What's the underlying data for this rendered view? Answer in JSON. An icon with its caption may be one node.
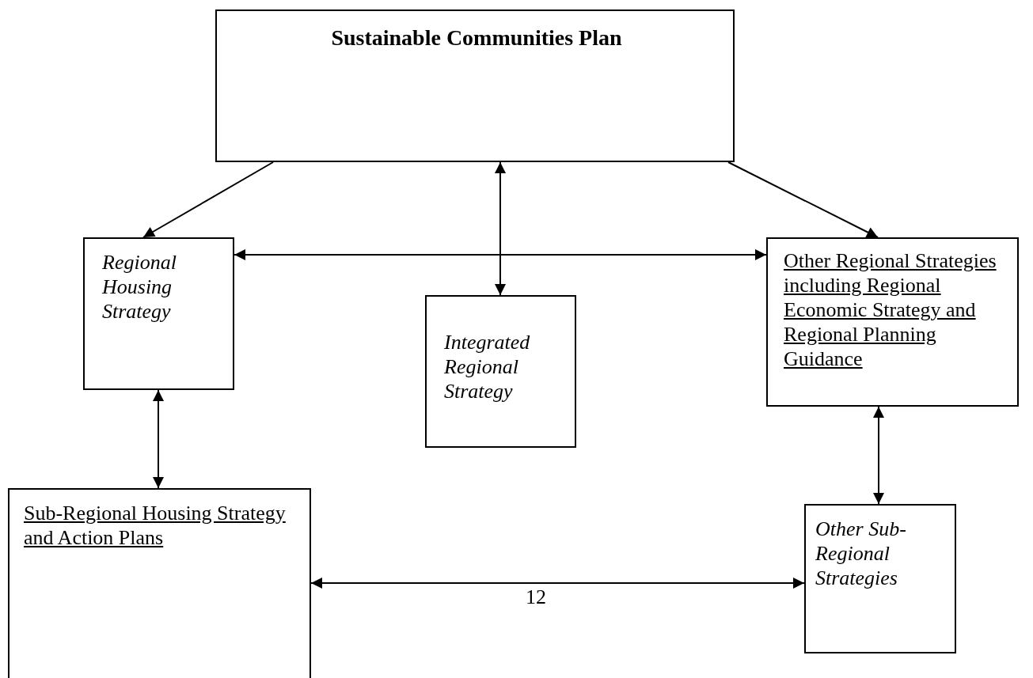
{
  "diagram": {
    "nodes": [
      {
        "text": [
          "Sustainable Communities Plan"
        ]
      },
      {
        "text": [
          "Regional Housing Strategy"
        ]
      },
      {
        "text": [
          "Integrated Regional Strategy"
        ]
      },
      {
        "text": [
          "Other Regional Strategies including Regional Economic Strategy and Regional Planning Guidance"
        ]
      },
      {
        "text": [
          "Sub-Regional Housing Strategy and Action Plans"
        ]
      },
      {
        "text": [
          "Other Sub-Regional Strategies"
        ]
      }
    ],
    "edges": [
      {
        "from": 0,
        "to": 1,
        "arrow": "to"
      },
      {
        "from": 0,
        "to": 2,
        "arrow": "both"
      },
      {
        "from": 0,
        "to": 3,
        "arrow": "to"
      },
      {
        "from": 1,
        "to": 3,
        "arrow": "both"
      },
      {
        "from": 1,
        "to": 4,
        "arrow": "both"
      },
      {
        "from": 3,
        "to": 5,
        "arrow": "both"
      },
      {
        "from": 4,
        "to": 5,
        "arrow": "both"
      }
    ],
    "labels": [
      "12"
    ]
  }
}
